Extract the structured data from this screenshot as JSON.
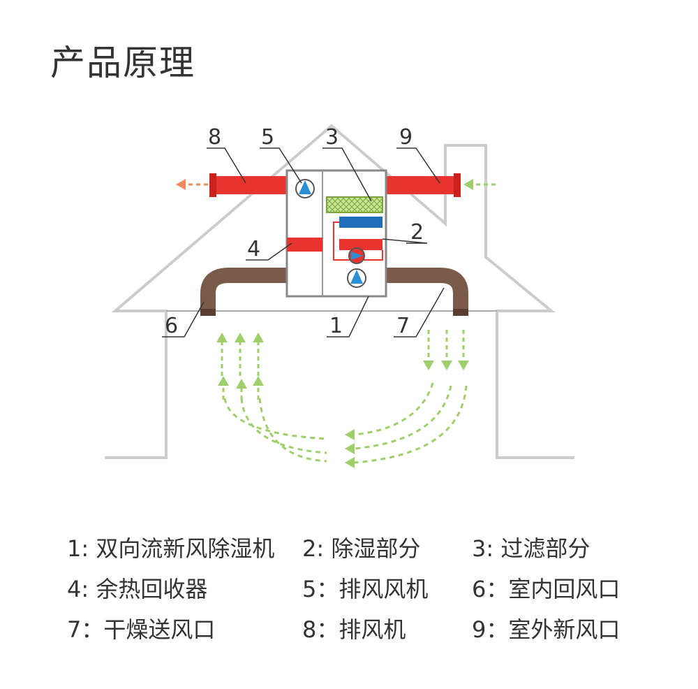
{
  "title": "产品原理",
  "callouts": [
    "8",
    "5",
    "3",
    "9",
    "4",
    "2",
    "6",
    "1",
    "7"
  ],
  "colors": {
    "house_outline": "#cccccc",
    "duct_red": "#e8342e",
    "duct_brown": "#7a5a48",
    "filter_green": "#a6cf5a",
    "coil_blue": "#1f6fb8",
    "exhaust_arrow": "#f08a60",
    "fresh_air_arrow": "#9fcf6a",
    "fan_blue": "#2a8fd6"
  },
  "legend": [
    "1: 双向流新风除湿机",
    "2: 除湿部分",
    "3: 过滤部分",
    "4: 余热回收器",
    "5：排风风机",
    "6：室内回风口",
    "7：干燥送风口",
    "8：排风机",
    "9：室外新风口"
  ]
}
